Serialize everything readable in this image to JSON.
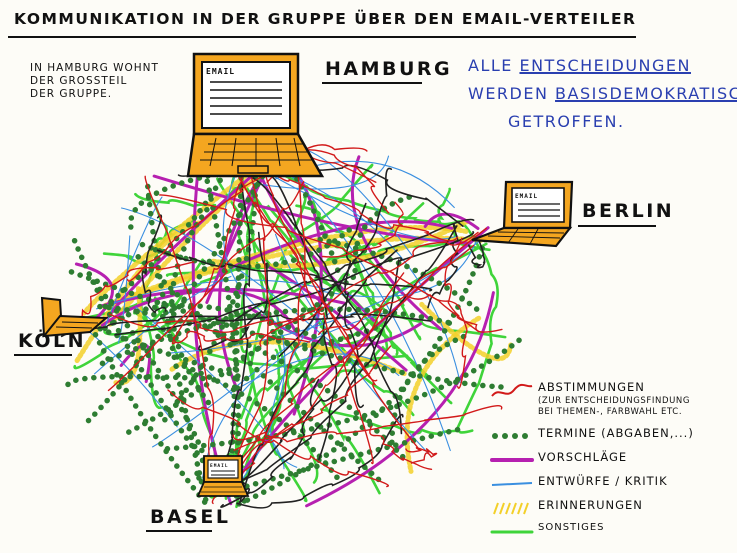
{
  "title": "KOMMUNIKATION IN DER GRUPPE ÜBER DEN EMAIL-VERTEILER",
  "note": "IN HAMBURG WOHNT\nDER GROSSTEIL\nDER GRUPPE.",
  "statement": {
    "line1_a": "ALLE ",
    "line1_b": "ENTSCHEIDUNGEN",
    "line2_a": "WERDEN ",
    "line2_b": "BASISDEMOKRATISCH",
    "line3": "GETROFFEN."
  },
  "cities": {
    "hamburg": "HAMBURG",
    "berlin": "BERLIN",
    "koeln": "KÖLN",
    "basel": "BASEL"
  },
  "laptop_label": "EMAIL",
  "legend": {
    "abstimmungen": "ABSTIMMUNGEN",
    "abstimmungen_sub1": "(ZUR ENTSCHEIDUNGSFINDUNG",
    "abstimmungen_sub2": "BEI THEMEN-, FARBWAHL ETC.",
    "termine": "TERMINE (ABGABEN,...)",
    "vorschlaege": "VORSCHLÄGE",
    "entwuerfe": "ENTWÜRFE / KRITIK",
    "erinnerungen": "ERINNERUNGEN",
    "sonstiges": "SONSTIGES"
  },
  "colors": {
    "abstimmungen": "#d21a1a",
    "termine": "#2e7d32",
    "vorschlaege": "#b620b0",
    "entwuerfe": "#3a8fe0",
    "erinnerungen": "#f3d02a",
    "sonstiges": "#3fd43a",
    "laptop": "#f4a620",
    "statement_blue": "#2a3fb0"
  }
}
